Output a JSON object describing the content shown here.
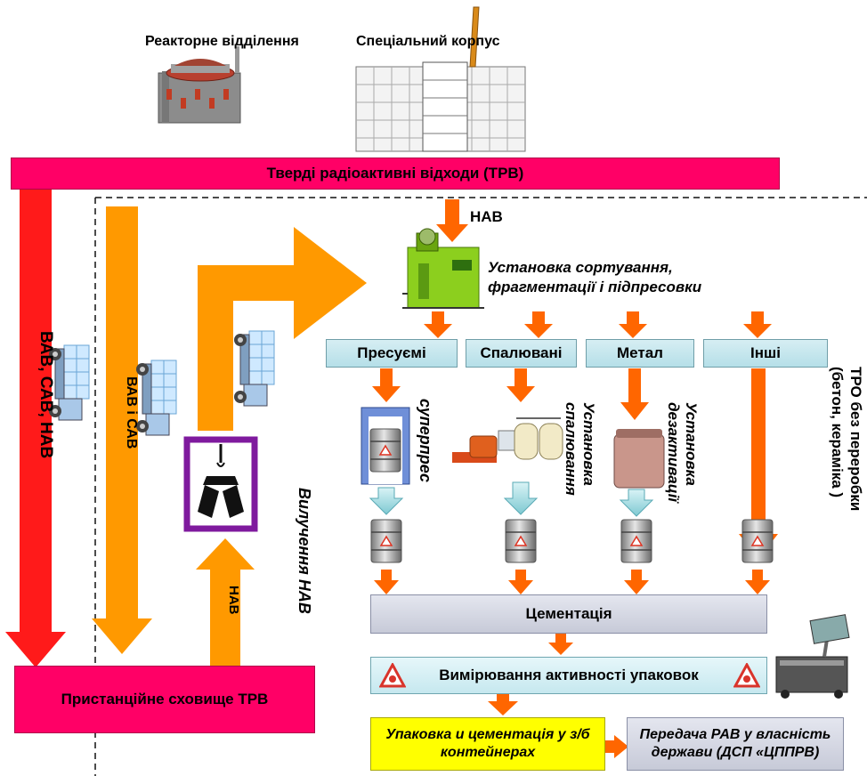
{
  "header": {
    "reactor_label": "Реакторне відділення",
    "special_building_label": "Спеціальний корпус"
  },
  "trv_bar_label": "Тверді радіоактивні відходи (ТРВ)",
  "nav_top_label": "НАВ",
  "sorting_unit_label": "Установка сортування, фрагментації і підпресовки",
  "categories": [
    "Пресуємі",
    "Спалювані",
    "Метал",
    "Інші"
  ],
  "units": {
    "superpress": "суперпрес",
    "incineration": "Установка спалювання",
    "decontamination": "Установка дезактивації",
    "no_processing": "ТРО без переробки (бетон, кераміка )"
  },
  "left_flows": {
    "all_waste": "ВАВ, САВ, НАВ",
    "vav_sav": "ВАВ і САВ",
    "nav_up": "НАВ",
    "nav_extraction": "Вилучення НАВ"
  },
  "cementation_label": "Цементація",
  "measurement_label": "Вимірювання активності упаковок",
  "storage_label": "Пристанційне сховище ТРВ",
  "packaging_label": "Упаковка и цементація у з/б контейнерах",
  "transfer_label": "Передача РАВ у власність держави (ДСП «ЦППРВ)",
  "colors": {
    "magenta": "#ff0066",
    "red_arrow": "#ff1a1a",
    "orange_arrow": "#ff9900",
    "dark_orange_arrow": "#ff6600",
    "light_blue_box": "#c6e8ef",
    "yellow_box": "#ffff00",
    "purple_frame": "#7f1a9e"
  },
  "icons": [
    "reactor-building-icon",
    "special-building-icon",
    "truck-icon",
    "crane-grab-icon",
    "sorting-unit-icon",
    "superpress-icon",
    "incinerator-icon",
    "decontamination-icon",
    "drum-icon",
    "scales-icon",
    "radiation-warning-icon"
  ]
}
